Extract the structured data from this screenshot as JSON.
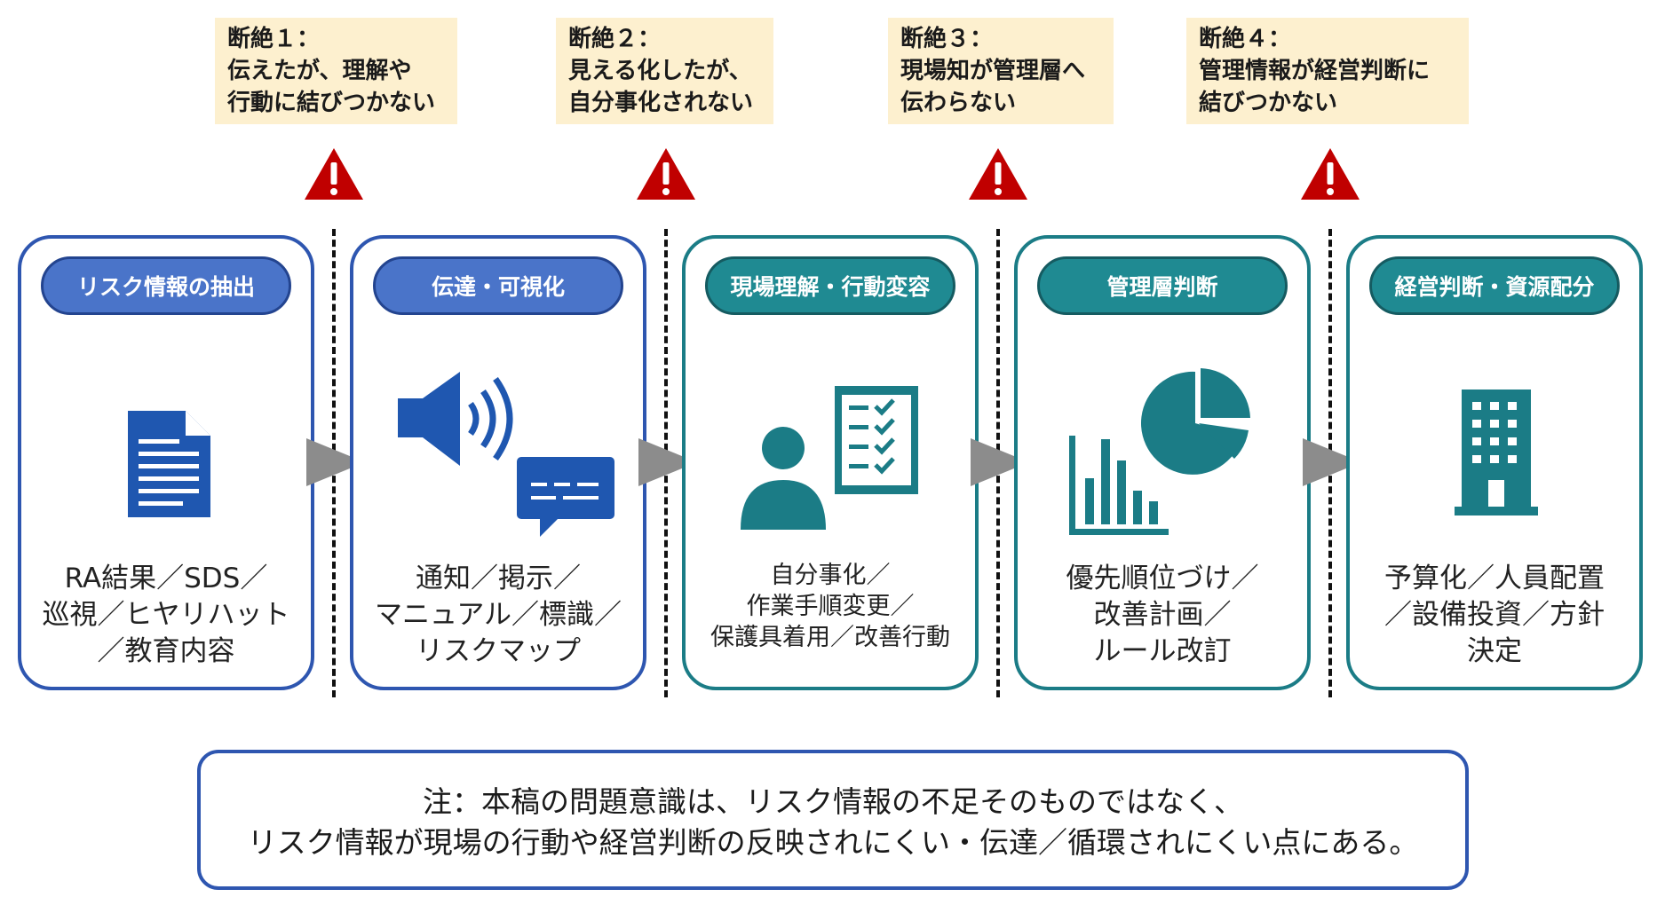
{
  "gaps": [
    {
      "title": "断絶１：",
      "line1": "伝えたが、理解や",
      "line2": "行動に結びつかない"
    },
    {
      "title": "断絶２：",
      "line1": "見える化したが、",
      "line2": "自分事化されない"
    },
    {
      "title": "断絶３：",
      "line1": "現場知が管理層へ",
      "line2": "伝わらない"
    },
    {
      "title": "断絶４：",
      "line1": "管理情報が経営判断に",
      "line2": "結びつかない"
    }
  ],
  "stages": [
    {
      "title": "リスク情報の抽出",
      "icon": "document-icon",
      "lines": [
        "RA結果／SDS／",
        "巡視／ヒヤリハット",
        "／教育内容"
      ]
    },
    {
      "title": "伝達・可視化",
      "icon": "speaker-chat-icon",
      "lines": [
        "通知／掲示／",
        "マニュアル／標識／",
        "リスクマップ"
      ]
    },
    {
      "title": "現場理解・行動変容",
      "icon": "person-checklist-icon",
      "lines": [
        "自分事化／",
        "作業手順変更／",
        "保護具着用／改善行動"
      ]
    },
    {
      "title": "管理層判断",
      "icon": "charts-icon",
      "lines": [
        "優先順位づけ／",
        "改善計画／",
        "ルール改訂"
      ]
    },
    {
      "title": "経営判断・資源配分",
      "icon": "building-icon",
      "lines": [
        "予算化／人員配置",
        "／設備投資／方針",
        "決定"
      ]
    }
  ],
  "note": {
    "line1": "注：本稿の問題意識は、リスク情報の不足そのものではなく、",
    "line2": "リスク情報が現場の行動や経営判断の反映されにくい・伝達／循環されにくい点にある。"
  },
  "colors": {
    "blue": "#2e56b0",
    "teal": "#1b7c86",
    "callout": "#fdf0cf",
    "warning": "#c00000",
    "arrow": "#8c8c8c"
  }
}
